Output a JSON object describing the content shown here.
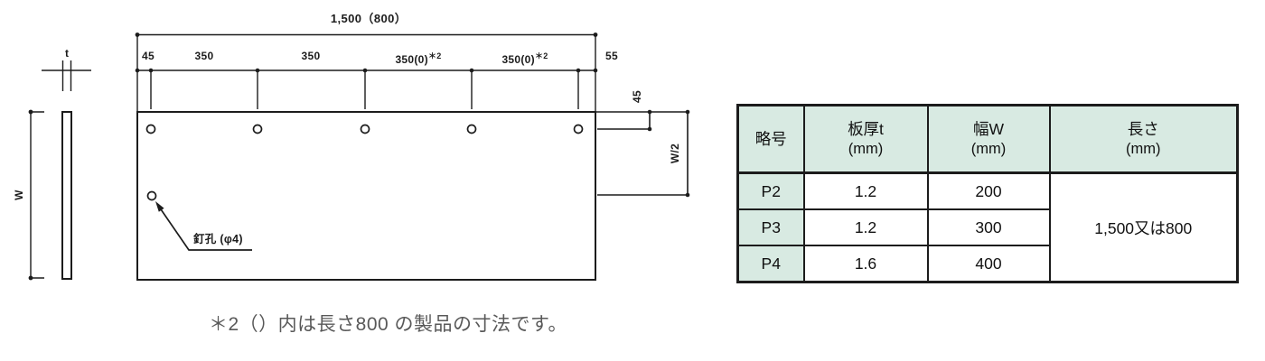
{
  "diagram": {
    "top_total_label": "1,500（800）",
    "segment_labels": [
      "45",
      "350",
      "350",
      "350(0)",
      "350(0)",
      "55"
    ],
    "superscript_ref": "＊2",
    "thickness_label": "t",
    "width_label": "W",
    "half_width_label": "W/2",
    "right_offset_label": "45",
    "hole_callout_label": "釘孔 (φ4)",
    "note_text": "＊2（）内は長さ800 の製品の寸法です。"
  },
  "table": {
    "headers": [
      {
        "title": "略号",
        "unit": ""
      },
      {
        "title": "板厚t",
        "unit": "(mm)"
      },
      {
        "title": "幅W",
        "unit": "(mm)"
      },
      {
        "title": "長さ",
        "unit": "(mm)"
      }
    ],
    "rows": [
      {
        "code": "P2",
        "thickness": "1.2",
        "width": "200"
      },
      {
        "code": "P3",
        "thickness": "1.2",
        "width": "300"
      },
      {
        "code": "P4",
        "thickness": "1.6",
        "width": "400"
      }
    ],
    "length_merged_value": "1,500又は800"
  },
  "colors": {
    "line": "#1c1c1c",
    "table_header_green": "#d8eae2",
    "note_gray": "#595959"
  }
}
